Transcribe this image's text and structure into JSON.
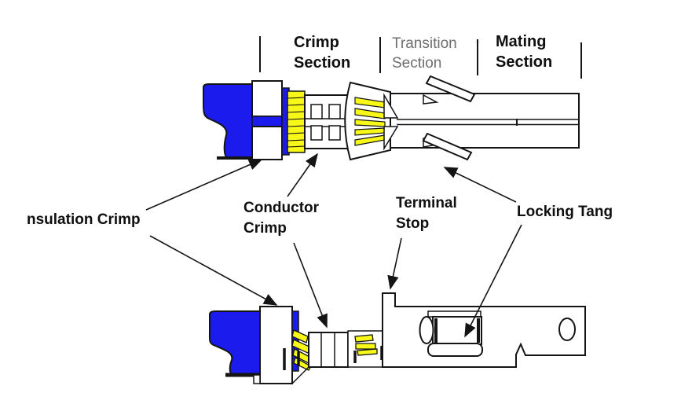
{
  "colors": {
    "wire_blue": "#1B1BEE",
    "strand_yellow": "#F8F818",
    "outline": "#141414",
    "transition_gray": "#6E6E6E",
    "label_black": "#0F0F0F"
  },
  "section_labels": {
    "crimp": "Crimp Section",
    "transition": "Transition Section",
    "mating": "Mating Section"
  },
  "part_labels": {
    "insulation_crimp": "nsulation Crimp",
    "conductor_crimp": "Conductor Crimp",
    "terminal_stop": "Terminal Stop",
    "locking_tang": "Locking Tang"
  }
}
